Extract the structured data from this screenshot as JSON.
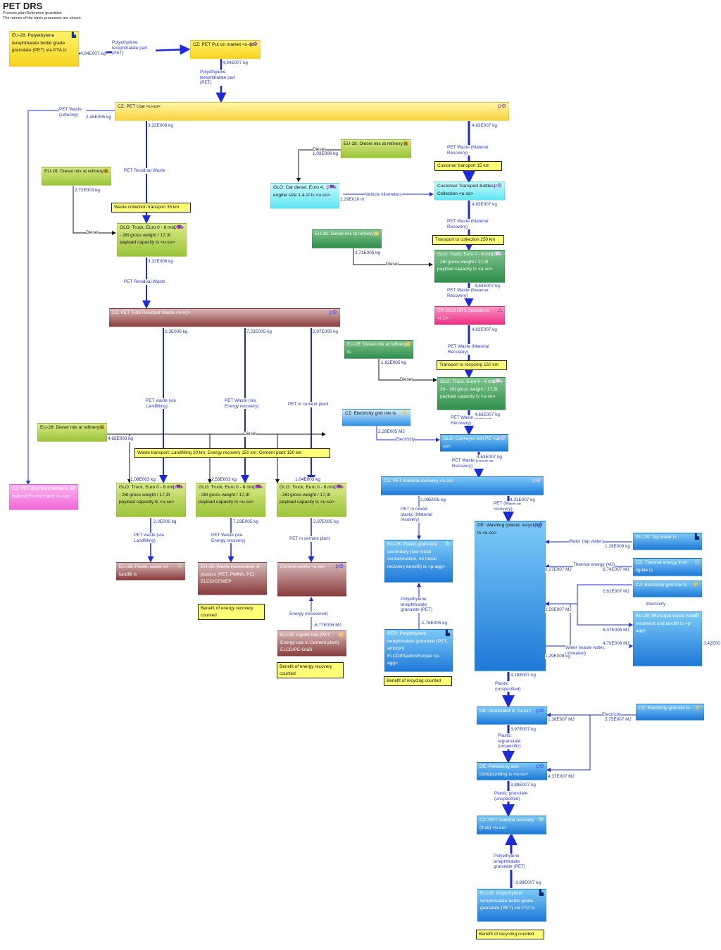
{
  "header": {
    "title": "PET DRS",
    "subtitle1": "Process plan:Reference quantities",
    "subtitle2": "The names of the basic processes are shown."
  },
  "colors": {
    "flow": "#1c2bd6",
    "diesel": "#111111",
    "label": "#2a3ad0"
  },
  "nodes": {
    "pet_bottle_grade_top": "EU-28: Polyethylene terephthalate bottle grade granulate (PET) via PTA ts",
    "pet_put_on_market": "CZ: PET Put on market <u-so>",
    "pet_use": "CZ: PET Use <u-so>",
    "diesel_refinery_1": "EU-28: Diesel mix at refinery ts",
    "diesel_refinery_2": "EU-28: Diesel mix at refinery ts",
    "diesel_refinery_3": "EU-28: Diesel mix at refinery ts",
    "diesel_refinery_4": "EU-28: Diesel mix at refinery ts",
    "diesel_refinery_5": "EU-28: Diesel mix at refinery ts",
    "car_diesel": "GLO: Car diesel, Euro 4, engine size 1,4-2l ts <u-so>",
    "customer_transport": "Customer Transport Bottles Collection <u-so>",
    "truck_residual": "GLO: Truck, Euro 0 - 6 mix, 20 - 26t gross weight / 17,3t payload capacity ts <u-so>",
    "truck_collection": "GLO: Truck, Euro 0 - 6 mix, 20 - 26t gross weight / 17,3t payload capacity ts <u-so>",
    "truck_recycling": "GLO: Truck, Euro 0 - 6 mix, 20 - 26t gross weight / 17,3t payload capacity ts <u-so>",
    "truck_landfill": "GLO: Truck, Euro 0 - 6 mix, 20 - 26t gross weight / 17,3t payload capacity ts <u-so>",
    "truck_energy": "GLO: Truck, Euro 0 - 6 mix, 20 - 26t gross weight / 17,3t payload capacity ts <u-so>",
    "truck_cement": "GLO: Truck, Euro 0 - 6 mix, 20 - 26t gross weight / 17,3t payload capacity ts <u-so>",
    "drs_operations": "CR 2018 DRS operations <LC>",
    "pet_total_residual": "CZ: PET Total Residual Waste <u-so>",
    "pet_litter": "CZ: PET litter that Remains in Natural Environment <u-so>",
    "electricity_grid_1": "CZ: Electricity grid mix ts",
    "conveyor_belt": "GLO: Conveyor belt PE <u-so>",
    "pet_material_recovery": "CZ: PET material recovery <u-so>",
    "plastic_waste_landfill": "EU-28: Plastic waste on landfill ts",
    "waste_incineration": "EU-28: Waste incineration of plastics (PET, PMMA, PC) ELCD/CEWEP",
    "cement_works": "Cement works <u-so>",
    "lignite_mix": "EU-25: Lignite mix (PET Energy use in Cement plant) ELCD/PE-GaBi",
    "plastic_granulate_secondary": "EU-28: Plastic granulate secondary (low metal contamination, no metal recovery benefit) ts <p-agg>",
    "rer_pet_granulate": "RER: Polyethylene terephthalate granulate (PET, amorph) ELCD/PlasticsEurope <p-agg>",
    "washing": "DE: Washing (plastic recycling) ts <u-so>",
    "tap_water": "EU-28: Tap water ts",
    "thermal_energy": "CZ: Thermal energy from lignite ts",
    "electricity_grid_2": "CZ: Electricity grid mix ts",
    "municipal_waste_water": "EU-28: Municipal waste water treatment and landfill ts <p-agg>",
    "granulator": "DE: Granulator ts <u-so>",
    "electricity_grid_3": "CZ: Electricity grid mix ts",
    "pelletizing": "DE: Pelletizing and compounding ts <u-so>",
    "pet_material_final": "CZ: PET material recovery (final) <u-so>",
    "pet_bottle_grade_bottom": "EU-28: Polyethylene terephthalate bottle grade granulate (PET) via PTA ts"
  },
  "notes": {
    "customer_transport": "Customer transport 15 km",
    "waste_collection": "Waste collection transport 35 km",
    "transport_collection": "Transport to collection 250 km",
    "transport_recycling": "Transport to recycling 150 km",
    "waste_transport": "Waste transport: Landfilling 20 km; Energy recovery 150 km; Cement plant 150 km",
    "benefit_energy_1": "Benefit of energy recovery counted",
    "benefit_energy_2": "Benefit of energy recovery counted",
    "benefit_recycling_1": "Benefit of recyclng counted",
    "benefit_recycling_2": "Benefit of recycling counted"
  },
  "flow_labels": {
    "pet_part_1": "Polyethylene terephthalate part (PET)",
    "pet_part_2": "Polyethylene terephthalate part (PET)",
    "pet_waste_littering": "PET Waste (Littering)",
    "pet_residual_waste_1": "PET Residual Waste",
    "pet_residual_waste_2": "PET Residual Waste",
    "pet_waste_mr_1": "PET Waste (Material Recovery)",
    "pet_waste_mr_2": "PET Waste (Material Recovery)",
    "pet_waste_mr_3": "PET Waste (Material Recovery)",
    "pet_waste_mr_4": "PET Waste (Material Recovery)",
    "pet_waste_mr_5": "PET Waste (Material Recovery)",
    "pet_waste_mr_6": "PET Waste (Material Recovery)",
    "vehicle_km": "Vehicle kilometers",
    "diesel_1": "Diesel",
    "diesel_2": "Diesel",
    "diesel_3": "Diesel",
    "diesel_4": "Diesel",
    "diesel_5": "Diesel",
    "electricity_1": "Electricity",
    "electricity_2": "Electricity",
    "electricity_3": "Electricity",
    "pet_landfill_1": "PET waste (via Landfilling)",
    "pet_landfill_2": "PET waste (via Landfilling)",
    "pet_energy_1": "PET Waste (via Energy recovery)",
    "pet_energy_2": "PET Waste (via Energy recovery)",
    "pet_cement_1": "PET in cement plant",
    "pet_cement_2": "PET in cement plant",
    "energy_recovered": "Energy (recovered)",
    "pet_mixed_plastic": "PET in mixed plastic (Material recovery)",
    "pet_material_recovery": "PET (Material recovery)",
    "pet_granulate_1": "Polyethylene terephthalate granulate (PET)",
    "pet_granulate_2": "Polyethylene terephthalate granulate (PET)",
    "water_tap": "Water (tap water)",
    "thermal_energy_mj": "Thermal energy (MJ)",
    "water_waste": "Water (waste water, untreated)",
    "plastic_unspecified": "Plastic (unspecified)",
    "plastic_regranulate": "Plastic regranulate (unspecific)",
    "plastic_granulate_unspec": "Plastic granulate (unspecified)"
  },
  "amounts": {
    "a_494_1": "4,94E007 kg",
    "a_494_2": "4,94E007 kg",
    "a_246": "2,46E005 kg",
    "a_332_1": "3,32E006 kg",
    "a_332_2": "3,32E006 kg",
    "a_463_1": "4,63E007 kg",
    "a_463_2": "4,63E007 kg",
    "a_463_3": "4,63E007 kg",
    "a_463_4": "4,63E007 kg",
    "a_463_5": "4,63E007 kg",
    "a_463_6": "4,63E007 kg",
    "a_103": "1,03E006 kg",
    "a_229_m": "2,29E010 m",
    "a_272": "2,72E003 kg",
    "a_271": "2,71E005 kg",
    "a_162": "1,62E005 kg",
    "a_229_mj": "2,29E005 MJ",
    "a_23_1": "2,3E006 kg",
    "a_23_2": "2,3E006 kg",
    "a_723_1": "7,23E005 kg",
    "a_723_2": "7,23E005 kg",
    "a_297_1": "2,97E005 kg",
    "a_297_2": "2,97E005 kg",
    "a_465": "4,65E003 kg",
    "a_108": "1,08E003 kg",
    "a_253": "2,53E003 kg",
    "a_104": "1,04E003 kg",
    "a_677": "-6,77E006 MJ",
    "a_209": "2,09E005 kg",
    "a_431": "4,31E007 kg",
    "a_176": "-1,76E005 kg",
    "a_129_1": "1,29E008 kg",
    "a_129_2": "1,29E008 kg",
    "a_627": "6,27E007 MJ",
    "a_674": "6,74E007 MJ",
    "a_261": "2,61E007 MJ",
    "a_259": "2,59E007 MJ",
    "a_607": "6,07E005 MJ",
    "a_479": "4,79E006 MJ",
    "a_342": "3,42E00",
    "a_418": "4,18E007 kg",
    "a_138": "1,38E007 MJ",
    "a_575": "5,75E007 MJ",
    "a_397": "3,97E007 kg",
    "a_437": "4,37E007 MJ",
    "a_389_1": "3,89E007 kg",
    "a_389_2": "-3,89E007 kg"
  }
}
